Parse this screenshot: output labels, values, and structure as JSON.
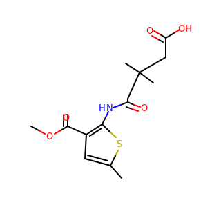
{
  "molecule": {
    "atoms": {
      "hydroxyl": "OH",
      "acid_carbonyl_oxygen": "O",
      "amide_oxygen": "O",
      "amide_nitrogen": "N",
      "amide_hydrogen": "H",
      "thiophene_sulfur": "S",
      "ester_carbonyl_oxygen": "O",
      "ester_ether_oxygen": "O"
    },
    "colors": {
      "bond": "#000000",
      "oxygen": "#ff0000",
      "nitrogen": "#0000ff",
      "sulfur": "#b3b300"
    }
  }
}
